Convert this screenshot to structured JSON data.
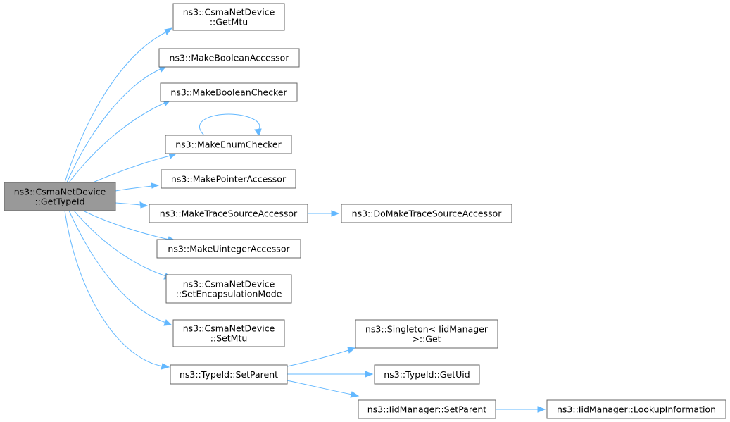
{
  "graph": {
    "title": "",
    "nodes": [
      {
        "id": "root",
        "lines": [
          "ns3::CsmaNetDevice",
          "::GetTypeId"
        ],
        "root": true
      },
      {
        "id": "getmtu",
        "lines": [
          "ns3::CsmaNetDevice",
          "::GetMtu"
        ]
      },
      {
        "id": "mkboolacc",
        "lines": [
          "ns3::MakeBooleanAccessor"
        ]
      },
      {
        "id": "mkboolchk",
        "lines": [
          "ns3::MakeBooleanChecker"
        ]
      },
      {
        "id": "mkenumchk",
        "lines": [
          "ns3::MakeEnumChecker"
        ]
      },
      {
        "id": "mkptracc",
        "lines": [
          "ns3::MakePointerAccessor"
        ]
      },
      {
        "id": "mktraceacc",
        "lines": [
          "ns3::MakeTraceSourceAccessor"
        ]
      },
      {
        "id": "domktraceacc",
        "lines": [
          "ns3::DoMakeTraceSourceAccessor"
        ]
      },
      {
        "id": "mkuintacc",
        "lines": [
          "ns3::MakeUintegerAccessor"
        ]
      },
      {
        "id": "setencap",
        "lines": [
          "ns3::CsmaNetDevice",
          "::SetEncapsulationMode"
        ]
      },
      {
        "id": "setmtu",
        "lines": [
          "ns3::CsmaNetDevice",
          "::SetMtu"
        ]
      },
      {
        "id": "typeidsetparent",
        "lines": [
          "ns3::TypeId::SetParent"
        ]
      },
      {
        "id": "singletonget",
        "lines": [
          "ns3::Singleton< IidManager",
          ">::Get"
        ]
      },
      {
        "id": "typeidgetuid",
        "lines": [
          "ns3::TypeId::GetUid"
        ]
      },
      {
        "id": "iidsetparent",
        "lines": [
          "ns3::IidManager::SetParent"
        ]
      },
      {
        "id": "iidlookup",
        "lines": [
          "ns3::IidManager::LookupInformation"
        ]
      }
    ],
    "edges": [
      {
        "from": "root",
        "to": "getmtu"
      },
      {
        "from": "root",
        "to": "mkboolacc"
      },
      {
        "from": "root",
        "to": "mkboolchk"
      },
      {
        "from": "root",
        "to": "mkenumchk"
      },
      {
        "from": "root",
        "to": "mkptracc"
      },
      {
        "from": "root",
        "to": "mktraceacc"
      },
      {
        "from": "root",
        "to": "mkuintacc"
      },
      {
        "from": "root",
        "to": "setencap"
      },
      {
        "from": "root",
        "to": "setmtu"
      },
      {
        "from": "root",
        "to": "typeidsetparent"
      },
      {
        "from": "mkenumchk",
        "to": "mkenumchk"
      },
      {
        "from": "mktraceacc",
        "to": "domktraceacc"
      },
      {
        "from": "typeidsetparent",
        "to": "singletonget"
      },
      {
        "from": "typeidsetparent",
        "to": "typeidgetuid"
      },
      {
        "from": "typeidsetparent",
        "to": "iidsetparent"
      },
      {
        "from": "iidsetparent",
        "to": "iidlookup"
      }
    ]
  }
}
